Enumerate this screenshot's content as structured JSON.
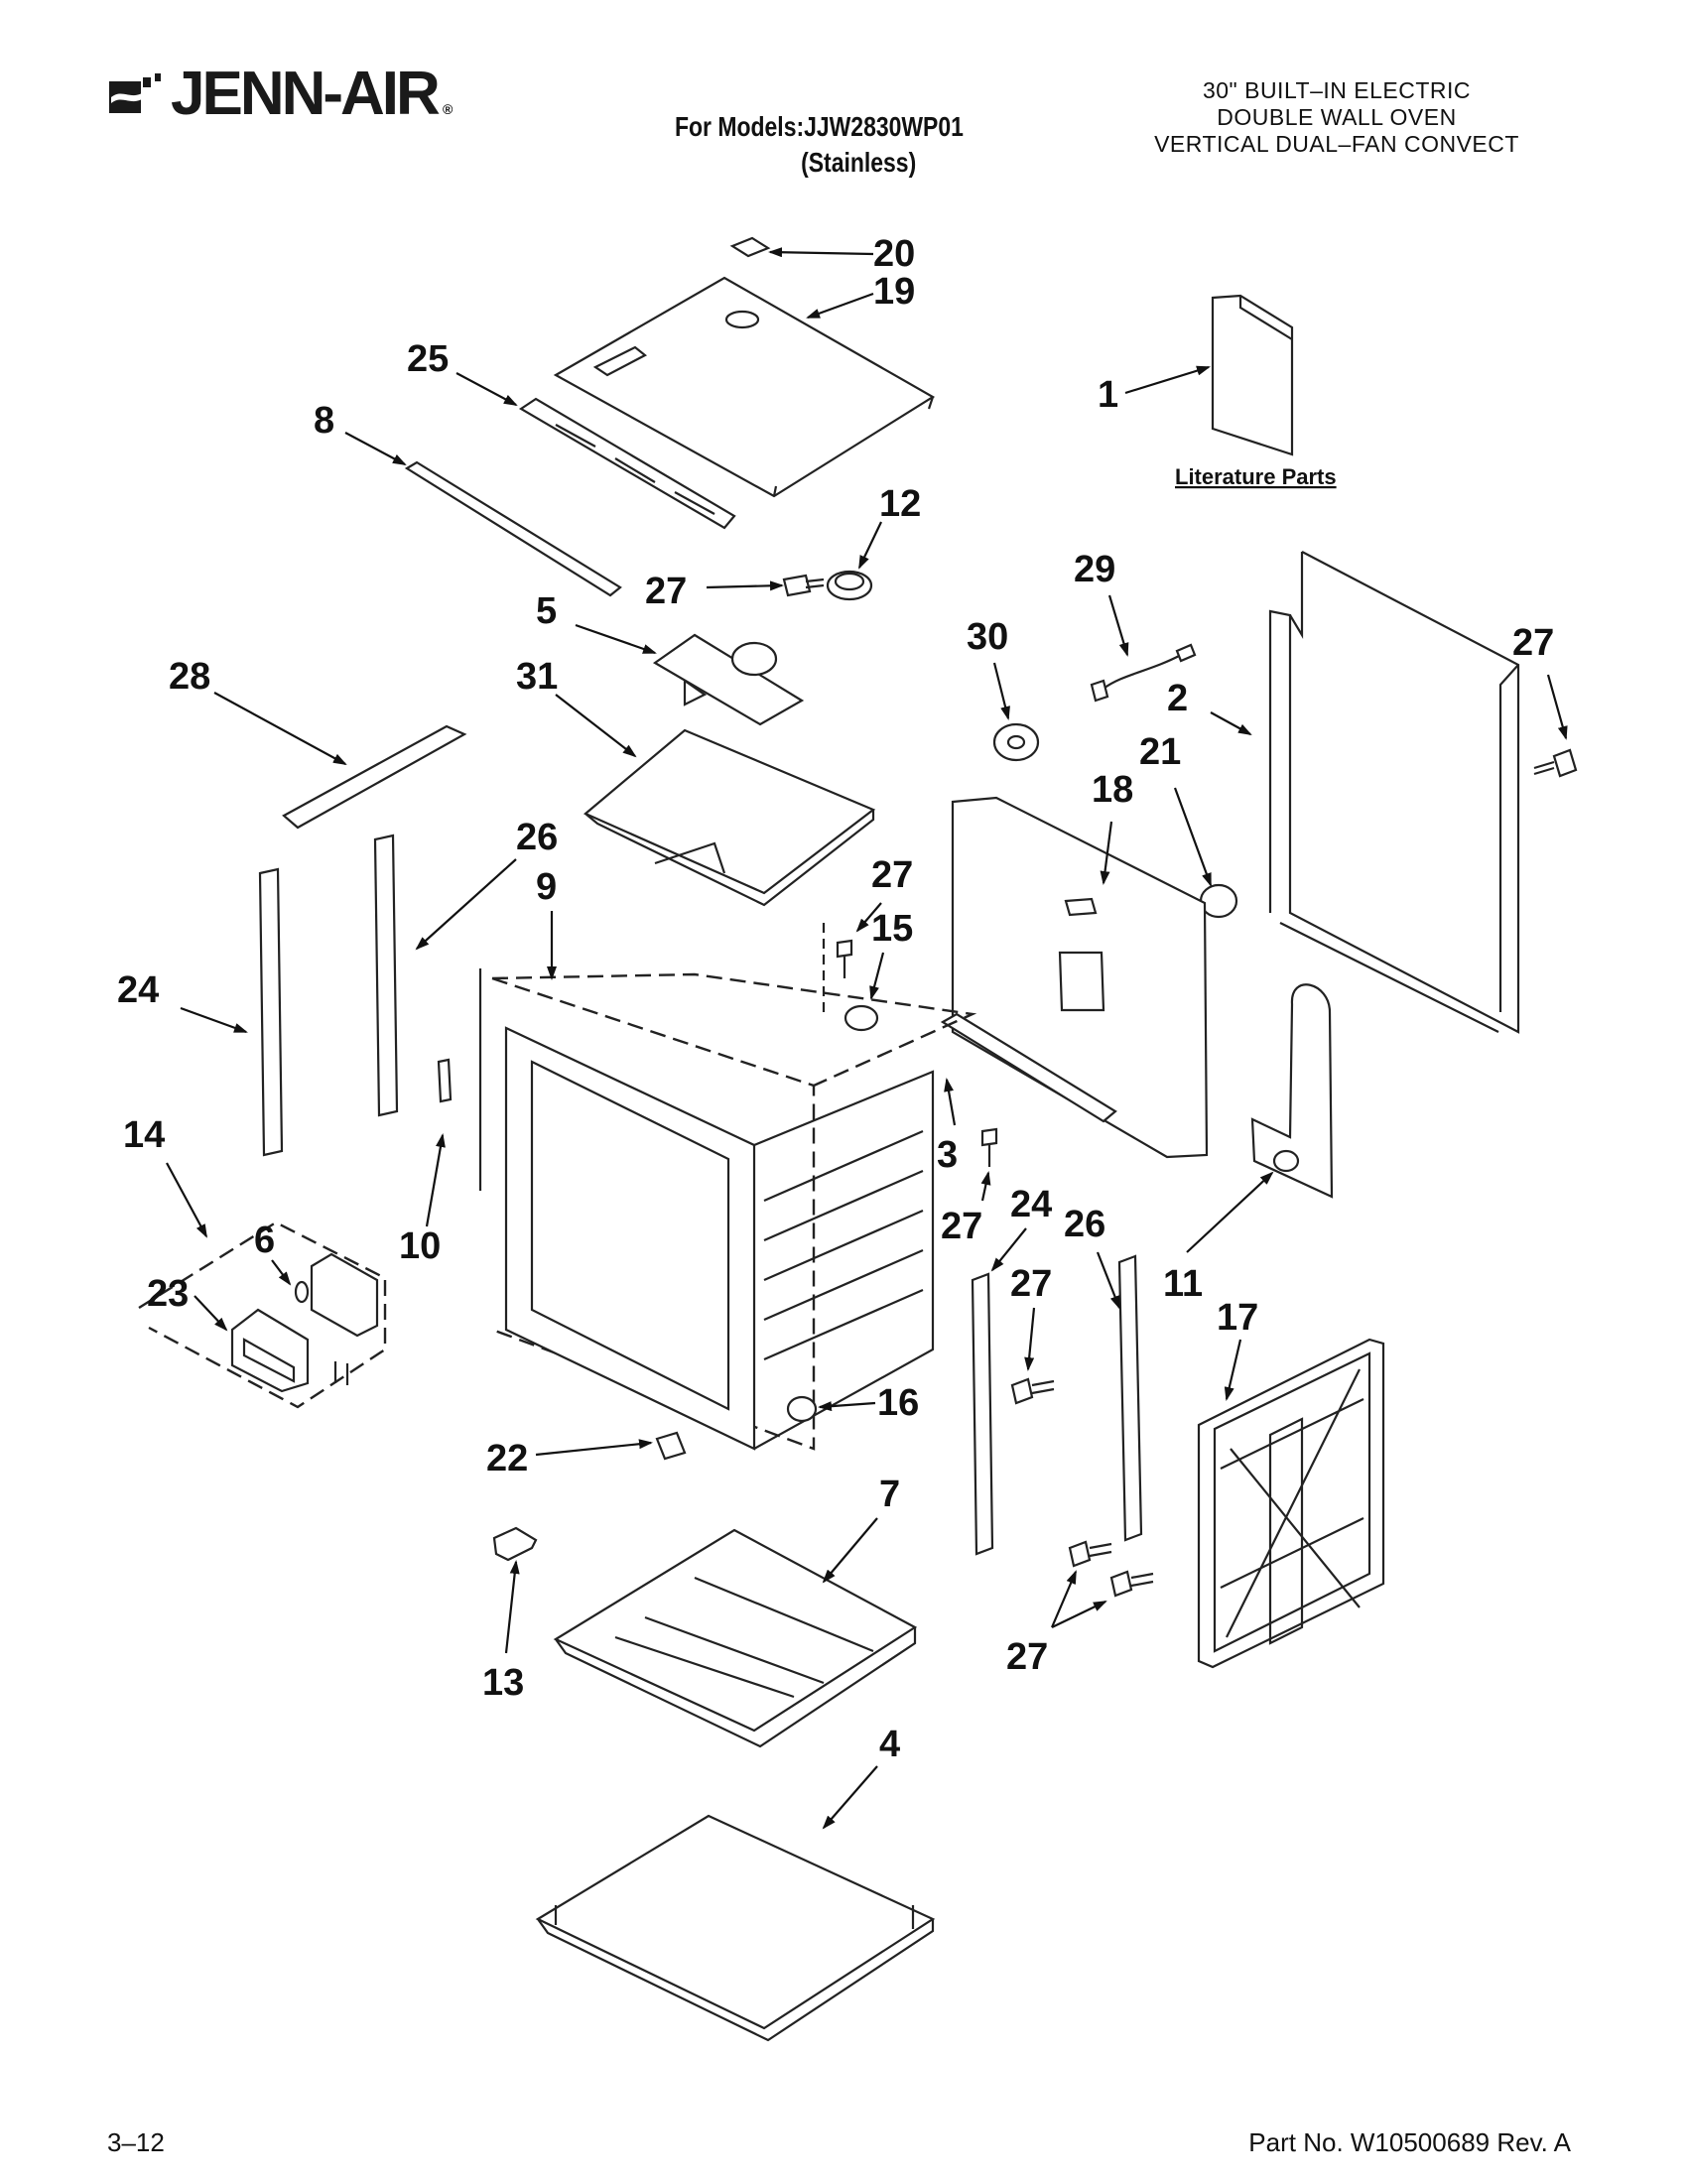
{
  "header": {
    "brand": "JENN-AIR",
    "brand_mark": "®",
    "model_line": "For Models:JJW2830WP01",
    "model_finish": "(Stainless)",
    "title_lines": [
      "30\" BUILT–IN ELECTRIC",
      "DOUBLE WALL OVEN",
      "VERTICAL DUAL–FAN CONVECT"
    ]
  },
  "literature_label": "Literature Parts",
  "callouts": [
    "20",
    "19",
    "25",
    "8",
    "1",
    "12",
    "27",
    "29",
    "5",
    "30",
    "27",
    "28",
    "31",
    "2",
    "21",
    "18",
    "26",
    "9",
    "27",
    "15",
    "24",
    "14",
    "6",
    "3",
    "10",
    "27",
    "24",
    "26",
    "27",
    "11",
    "23",
    "17",
    "16",
    "22",
    "7",
    "27",
    "13",
    "4"
  ],
  "footer": {
    "page": "3–12",
    "part_no": "Part No. W10500689 Rev. A"
  }
}
